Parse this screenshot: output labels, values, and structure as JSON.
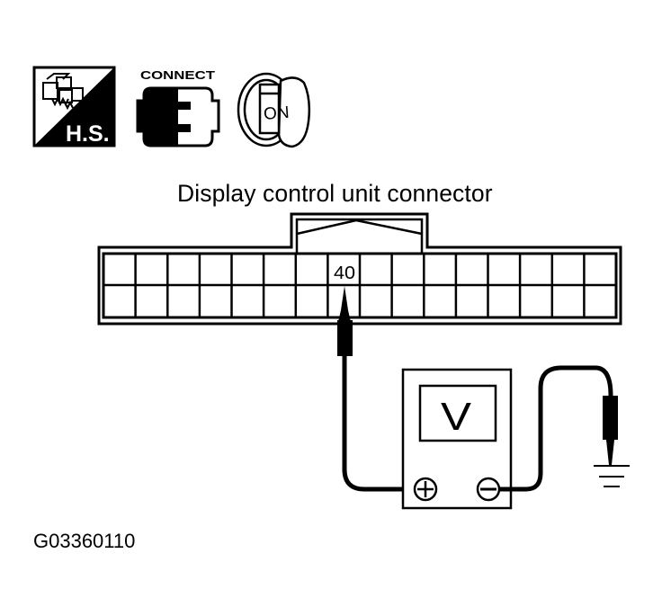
{
  "icons": [
    {
      "name": "harness-sign-icon",
      "label": "H.S."
    },
    {
      "name": "connect-icon",
      "label": "CONNECT"
    },
    {
      "name": "ignition-on-icon",
      "label": "ON"
    }
  ],
  "diagram": {
    "title": "Display control unit connector",
    "connector": {
      "columns": 16,
      "rows": 2,
      "highlighted_terminal": "40",
      "highlighted_row": 0,
      "highlighted_column": 7
    },
    "voltmeter": {
      "display": "V",
      "positive_terminal": "+",
      "negative_terminal": "−"
    },
    "ground": "ground-symbol"
  },
  "figure_id": "G03360110"
}
